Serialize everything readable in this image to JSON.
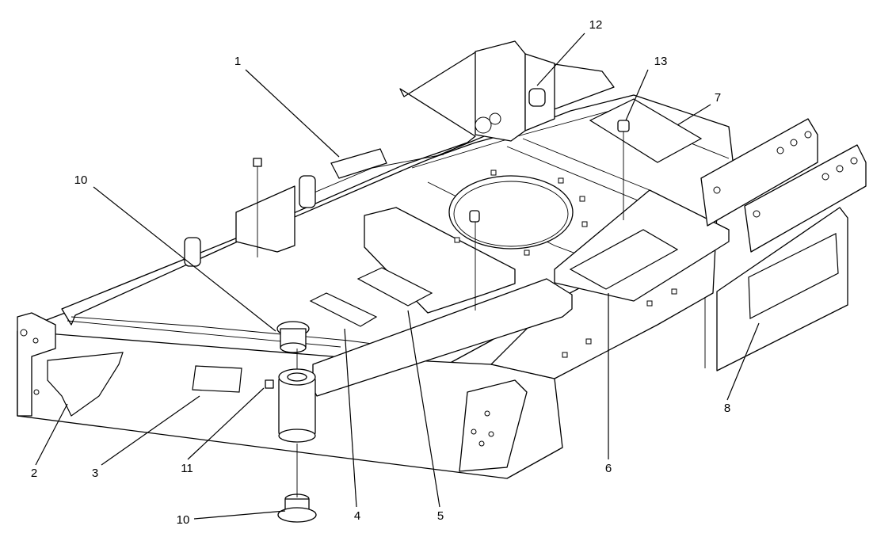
{
  "callouts": [
    {
      "id": "c1",
      "text": "1"
    },
    {
      "id": "c2",
      "text": "2"
    },
    {
      "id": "c3",
      "text": "3"
    },
    {
      "id": "c4",
      "text": "4"
    },
    {
      "id": "c5",
      "text": "5"
    },
    {
      "id": "c6",
      "text": "6"
    },
    {
      "id": "c7",
      "text": "7"
    },
    {
      "id": "c8",
      "text": "8"
    },
    {
      "id": "c10a",
      "text": "10"
    },
    {
      "id": "c10b",
      "text": "10"
    },
    {
      "id": "c11",
      "text": "11"
    },
    {
      "id": "c12",
      "text": "12"
    },
    {
      "id": "c13",
      "text": "13"
    }
  ]
}
